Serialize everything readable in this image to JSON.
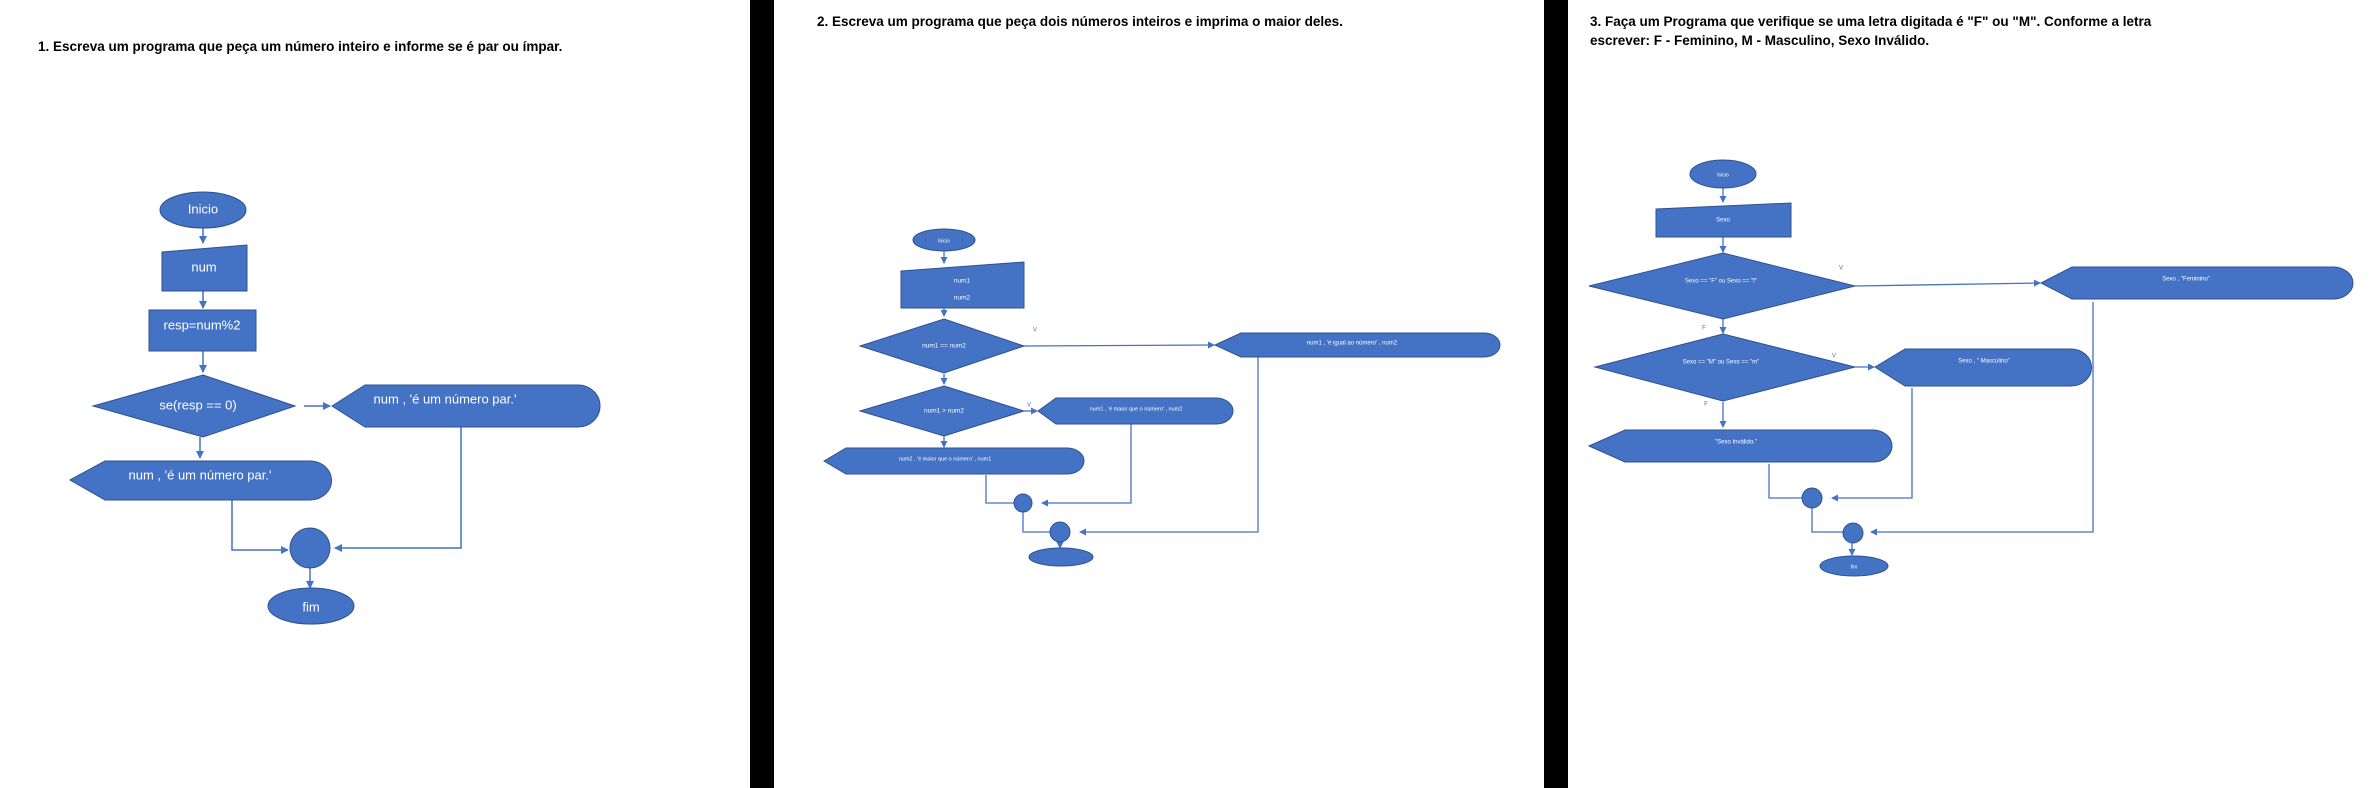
{
  "colors": {
    "shape_fill": "#4472C4",
    "shape_stroke": "#2F528F",
    "arrow": "#4472C4",
    "divider": "#000000",
    "text_on_shape": "#FFFFFF"
  },
  "panel1": {
    "title": "1. Escreva um programa que peça um número inteiro e informe se é par ou ímpar.",
    "start": "Inicio",
    "input": "num",
    "process": "resp=num%2",
    "decision": "se(resp == 0)",
    "output_right": "num , 'é um número par.'",
    "output_left": "num , 'é um número par.'",
    "end": "fim"
  },
  "panel2": {
    "title": "2. Escreva um programa que peça dois números inteiros e imprima o maior deles.",
    "start": "Inicio",
    "input_line1": "num1",
    "input_line2": "num2",
    "decision1": "num1 == num2",
    "yes1": "V",
    "output_equal": "num1 , 'é igual ao número' , num2",
    "decision2": "num1 > num2",
    "yes2": "V",
    "output_greater1": "num1 , 'é maior que o número' , num2",
    "output_greater2": "num2 , 'é maior que o número' , num1"
  },
  "panel3": {
    "title_line1": "3. Faça um Programa que verifique se uma letra digitada é \"F\" ou \"M\". Conforme a letra",
    "title_line2": "escrever: F - Feminino, M - Masculino, Sexo Inválido.",
    "start": "Inicio",
    "input": "Sexo",
    "decision1": "Sexo == \"F\" ou Sexo == \"f\"",
    "yes1": "V",
    "no1": "F",
    "output_fem": "Sexo , \"Feminino\"",
    "decision2": "Sexo == \"M\" ou Sexo == \"m\"",
    "yes2": "V",
    "no2": "F",
    "output_masc": "Sexo , \" Masculino\"",
    "output_invalid": "\"Sexo Inválido.\"",
    "end": "fim"
  }
}
